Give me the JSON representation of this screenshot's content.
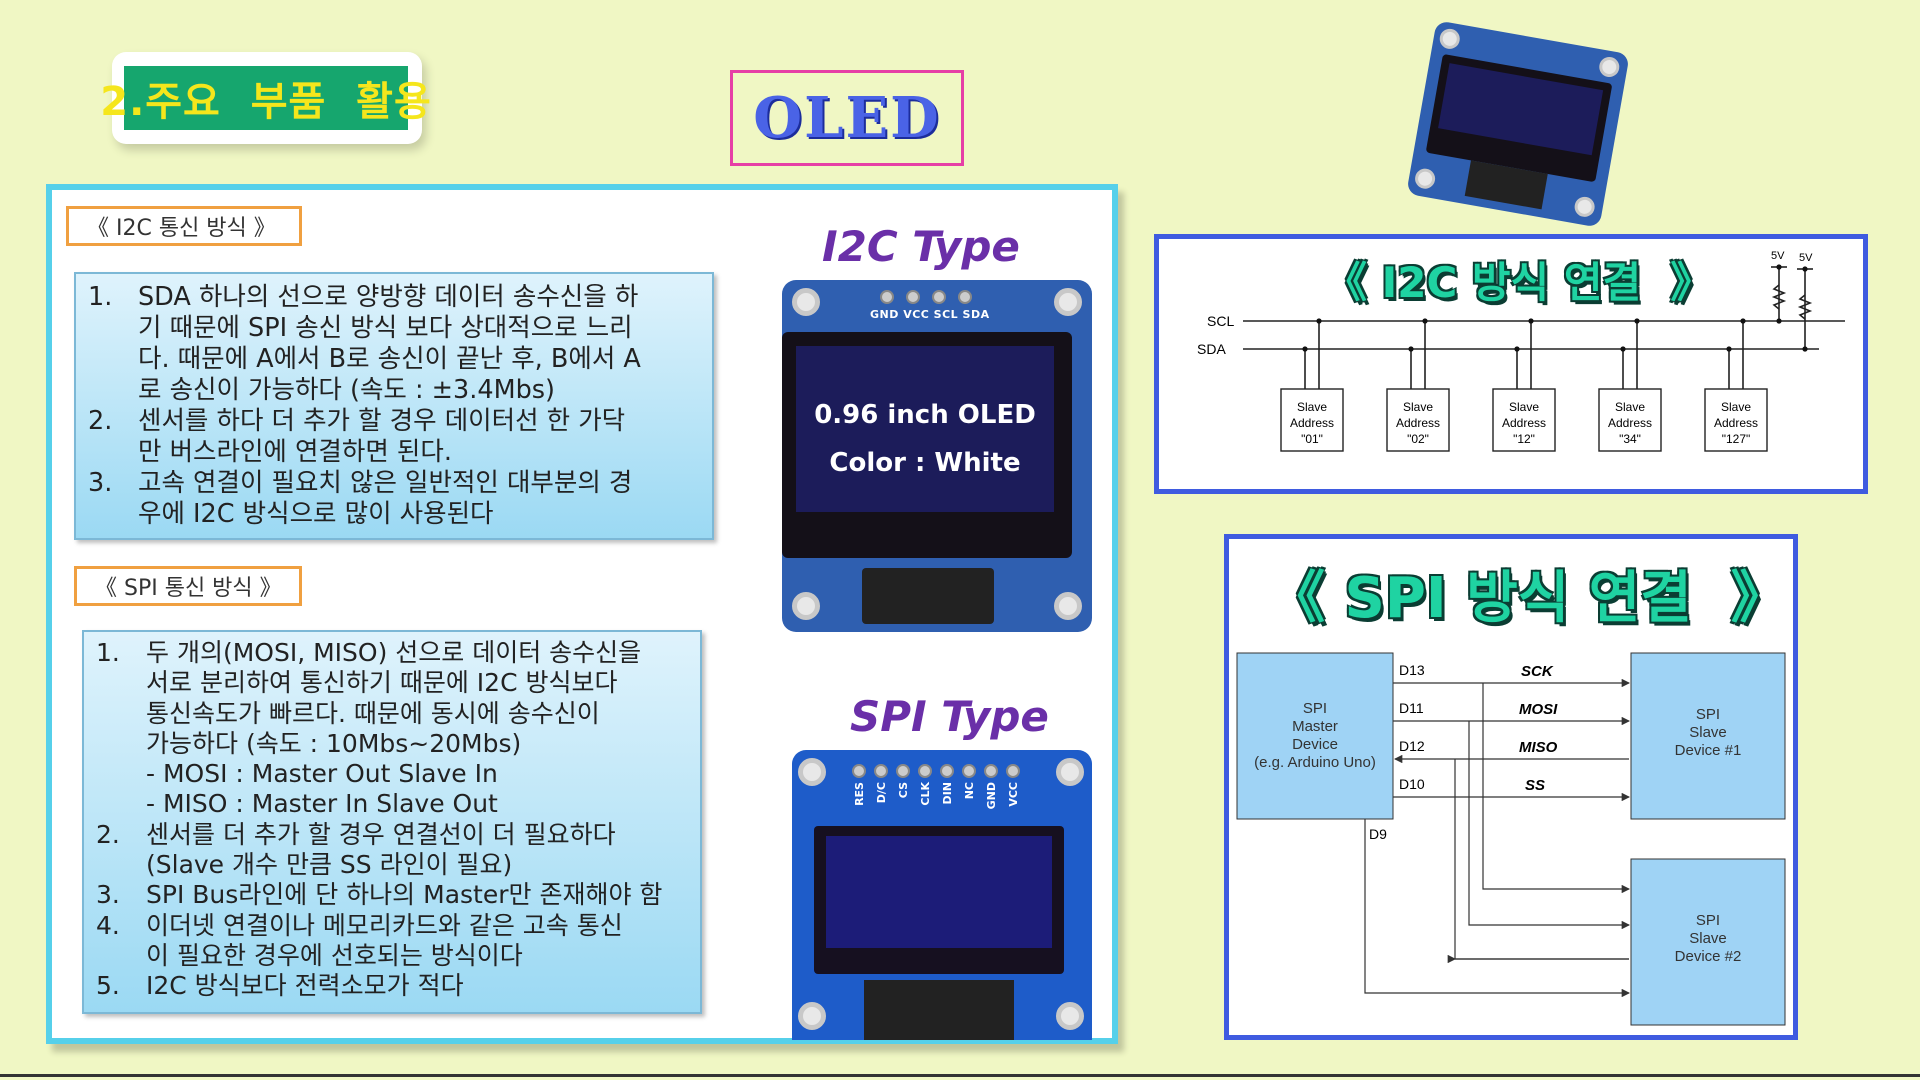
{
  "section_title": "2.주요  부품  활용",
  "oled_title": "OLED",
  "i2c": {
    "tag": "《 I2C 통신 방식 》",
    "items": [
      {
        "num": "1.",
        "lines": [
          "SDA 하나의 선으로 양방향 데이터 송수신을 하",
          "기 때문에 SPI 송신 방식 보다 상대적으로 느리",
          "다.  때문에 A에서 B로 송신이 끝난 후, B에서 A",
          "로 송신이 가능하다 (속도 : ±3.4Mbs)"
        ]
      },
      {
        "num": "2.",
        "lines": [
          "센서를 하다 더 추가 할 경우 데이터선 한 가닥",
          "만 버스라인에 연결하면 된다."
        ]
      },
      {
        "num": "3.",
        "lines": [
          "고속 연결이 필요치 않은 일반적인 대부분의 경",
          "우에 I2C 방식으로 많이 사용된다"
        ]
      }
    ],
    "type_title": "I2C Type",
    "module_text_1": "0.96 inch OLED",
    "module_text_2": "Color :  White",
    "pin_labels": "GND VCC SCL SDA"
  },
  "spi": {
    "tag": "《 SPI 통신 방식 》",
    "items": [
      {
        "num": "1.",
        "lines": [
          "두 개의(MOSI, MISO) 선으로 데이터 송수신을",
          "서로 분리하여 통신하기 때문에 I2C 방식보다",
          "통신속도가 빠르다.  때문에 동시에 송수신이",
          "가능하다  (속도 : 10Mbs~20Mbs)"
        ],
        "subs": [
          "- MOSI : Master Out Slave In",
          "- MISO : Master In Slave Out"
        ]
      },
      {
        "num": "2.",
        "lines": [
          "센서를 더 추가 할 경우 연결선이 더 필요하다",
          "(Slave 개수 만큼 SS 라인이 필요)"
        ]
      },
      {
        "num": "3.",
        "lines": [
          "SPI Bus라인에 단 하나의 Master만 존재해야 함"
        ]
      },
      {
        "num": "4.",
        "lines": [
          "이더넷 연결이나 메모리카드와 같은 고속 통신",
          "이 필요한 경우에 선호되는 방식이다"
        ]
      },
      {
        "num": "5.",
        "lines": [
          "I2C 방식보다 전력소모가 적다"
        ]
      }
    ],
    "type_title": "SPI Type",
    "pin_labels": [
      "RES",
      "D/C",
      "CS",
      "CLK",
      "DIN",
      "NC",
      "GND",
      "VCC"
    ]
  },
  "i2c_diagram": {
    "title": "《 I2C 방식 연결  》",
    "scl": "SCL",
    "sda": "SDA",
    "vcc1": "5V",
    "vcc2": "5V",
    "slaves": [
      {
        "l1": "Slave",
        "l2": "Address",
        "l3": "\"01\""
      },
      {
        "l1": "Slave",
        "l2": "Address",
        "l3": "\"02\""
      },
      {
        "l1": "Slave",
        "l2": "Address",
        "l3": "\"12\""
      },
      {
        "l1": "Slave",
        "l2": "Address",
        "l3": "\"34\""
      },
      {
        "l1": "Slave",
        "l2": "Address",
        "l3": "\"127\""
      }
    ]
  },
  "spi_diagram": {
    "title": "《 SPI 방식 연결  》",
    "master": [
      "SPI",
      "Master",
      "Device",
      "(e.g. Arduino Uno)"
    ],
    "slave1": [
      "SPI",
      "Slave",
      "Device #1"
    ],
    "slave2": [
      "SPI",
      "Slave",
      "Device #2"
    ],
    "pins": [
      "D13",
      "D11",
      "D12",
      "D10",
      "D9"
    ],
    "signals": [
      "SCK",
      "MOSI",
      "MISO",
      "SS"
    ]
  },
  "colors": {
    "accent_green": "#16a66e",
    "title_yellow": "#f5e61c",
    "panel_border": "#56d0ea",
    "diagram_border": "#3f5be0",
    "oled_blue": "#4a63e6",
    "type_purple": "#6a2fa8"
  }
}
